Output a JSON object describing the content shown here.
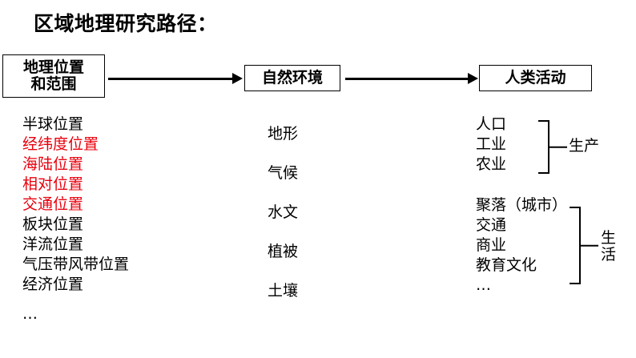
{
  "title": "区域地理研究路径：",
  "flow": {
    "nodes": [
      {
        "id": "location",
        "line1": "地理位置",
        "line2": "和范围"
      },
      {
        "id": "nature",
        "label": "自然环境"
      },
      {
        "id": "human",
        "label": "人类活动"
      }
    ],
    "arrows": [
      {
        "from": "location",
        "to": "nature",
        "glyph": "arrow-right"
      },
      {
        "from": "nature",
        "to": "human",
        "glyph": "arrow-right"
      }
    ]
  },
  "colors": {
    "highlight": "#E8000D",
    "text": "#000000",
    "background": "#FFFFFF",
    "border": "#000000"
  },
  "columns": {
    "location": {
      "items": [
        {
          "text": "半球位置",
          "highlight": false
        },
        {
          "text": "经纬度位置",
          "highlight": true
        },
        {
          "text": "海陆位置",
          "highlight": true
        },
        {
          "text": "相对位置",
          "highlight": true
        },
        {
          "text": "交通位置",
          "highlight": true
        },
        {
          "text": "板块位置",
          "highlight": false
        },
        {
          "text": "洋流位置",
          "highlight": false
        },
        {
          "text": "气压带风带位置",
          "highlight": false
        },
        {
          "text": "经济位置",
          "highlight": false
        }
      ],
      "ellipsis": "…"
    },
    "nature": {
      "items": [
        {
          "text": "地形"
        },
        {
          "text": "气候"
        },
        {
          "text": "水文"
        },
        {
          "text": "植被"
        },
        {
          "text": "土壤"
        }
      ]
    },
    "human": {
      "groups": [
        {
          "id": "production",
          "label": "生产",
          "label_orientation": "horizontal",
          "items": [
            {
              "text": "人口"
            },
            {
              "text": "工业"
            },
            {
              "text": "农业"
            }
          ]
        },
        {
          "id": "life",
          "label": "生活",
          "label_orientation": "vertical",
          "items": [
            {
              "text": "聚落（城市）"
            },
            {
              "text": "交通"
            },
            {
              "text": "商业"
            },
            {
              "text": "教育文化"
            }
          ],
          "ellipsis": "…"
        }
      ]
    }
  }
}
